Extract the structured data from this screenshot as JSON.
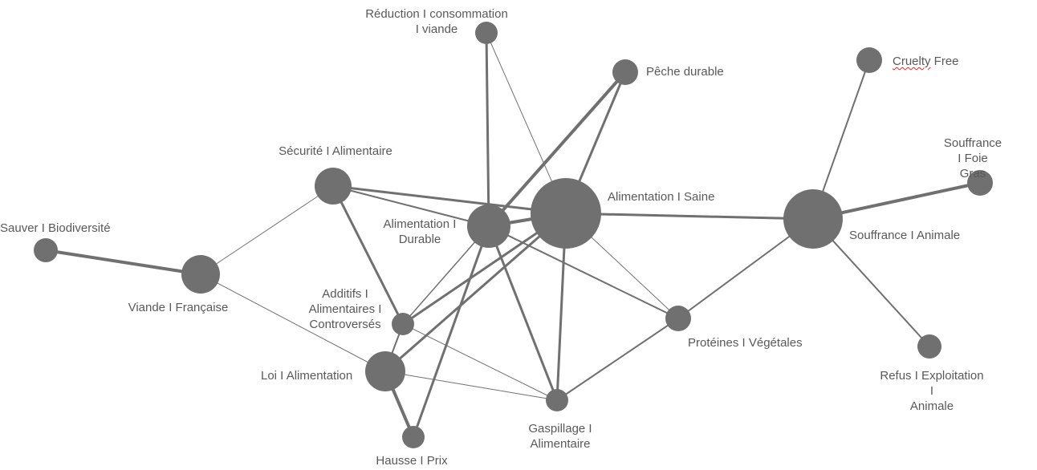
{
  "colors": {
    "node": "#707070",
    "edge": "#707070",
    "label": "#595959"
  },
  "nodes": [
    {
      "id": "reduction",
      "label": "Réduction I consommation\nI viande"
    },
    {
      "id": "peche",
      "label": "Pêche durable"
    },
    {
      "id": "cruelty",
      "label_part1": "Cruelty",
      "label_part2": " Free"
    },
    {
      "id": "securite",
      "label": "Sécurité I Alimentaire"
    },
    {
      "id": "foiegras",
      "label": "Souffrance I Foie\nGras"
    },
    {
      "id": "saine",
      "label": "Alimentation I Saine"
    },
    {
      "id": "durable",
      "label": "Alimentation I\nDurable"
    },
    {
      "id": "animale",
      "label": "Souffrance I Animale"
    },
    {
      "id": "biodiv",
      "label": "Sauver I Biodiversité"
    },
    {
      "id": "viande",
      "label": "Viande I Française"
    },
    {
      "id": "additifs",
      "label": "Additifs I\nAlimentaires I\nControversés"
    },
    {
      "id": "proteines",
      "label": "Protéines I Végétales"
    },
    {
      "id": "refus",
      "label": "Refus I Exploitation I\nAnimale"
    },
    {
      "id": "loi",
      "label": "Loi I Alimentation"
    },
    {
      "id": "gaspillage",
      "label": "Gaspillage I\nAlimentaire"
    },
    {
      "id": "hausse",
      "label": "Hausse I Prix"
    }
  ],
  "edges": [
    {
      "source": "reduction",
      "target": "durable",
      "weight": 3
    },
    {
      "source": "reduction",
      "target": "saine",
      "weight": 1
    },
    {
      "source": "peche",
      "target": "durable",
      "weight": 4
    },
    {
      "source": "peche",
      "target": "saine",
      "weight": 3
    },
    {
      "source": "cruelty",
      "target": "animale",
      "weight": 2
    },
    {
      "source": "foiegras",
      "target": "animale",
      "weight": 4
    },
    {
      "source": "securite",
      "target": "saine",
      "weight": 3
    },
    {
      "source": "securite",
      "target": "durable",
      "weight": 2
    },
    {
      "source": "securite",
      "target": "viande",
      "weight": 1
    },
    {
      "source": "securite",
      "target": "additifs",
      "weight": 3
    },
    {
      "source": "saine",
      "target": "durable",
      "weight": 4
    },
    {
      "source": "saine",
      "target": "animale",
      "weight": 3
    },
    {
      "source": "saine",
      "target": "additifs",
      "weight": 3
    },
    {
      "source": "saine",
      "target": "loi",
      "weight": 3
    },
    {
      "source": "saine",
      "target": "gaspillage",
      "weight": 3
    },
    {
      "source": "saine",
      "target": "proteines",
      "weight": 1
    },
    {
      "source": "durable",
      "target": "additifs",
      "weight": 1.5
    },
    {
      "source": "durable",
      "target": "hausse",
      "weight": 3
    },
    {
      "source": "durable",
      "target": "gaspillage",
      "weight": 3
    },
    {
      "source": "durable",
      "target": "proteines",
      "weight": 2
    },
    {
      "source": "biodiv",
      "target": "viande",
      "weight": 4
    },
    {
      "source": "viande",
      "target": "loi",
      "weight": 1
    },
    {
      "source": "additifs",
      "target": "loi",
      "weight": 2
    },
    {
      "source": "additifs",
      "target": "gaspillage",
      "weight": 1
    },
    {
      "source": "loi",
      "target": "hausse",
      "weight": 4
    },
    {
      "source": "loi",
      "target": "gaspillage",
      "weight": 1
    },
    {
      "source": "gaspillage",
      "target": "proteines",
      "weight": 2
    },
    {
      "source": "proteines",
      "target": "animale",
      "weight": 2
    },
    {
      "source": "animale",
      "target": "refus",
      "weight": 2
    }
  ]
}
